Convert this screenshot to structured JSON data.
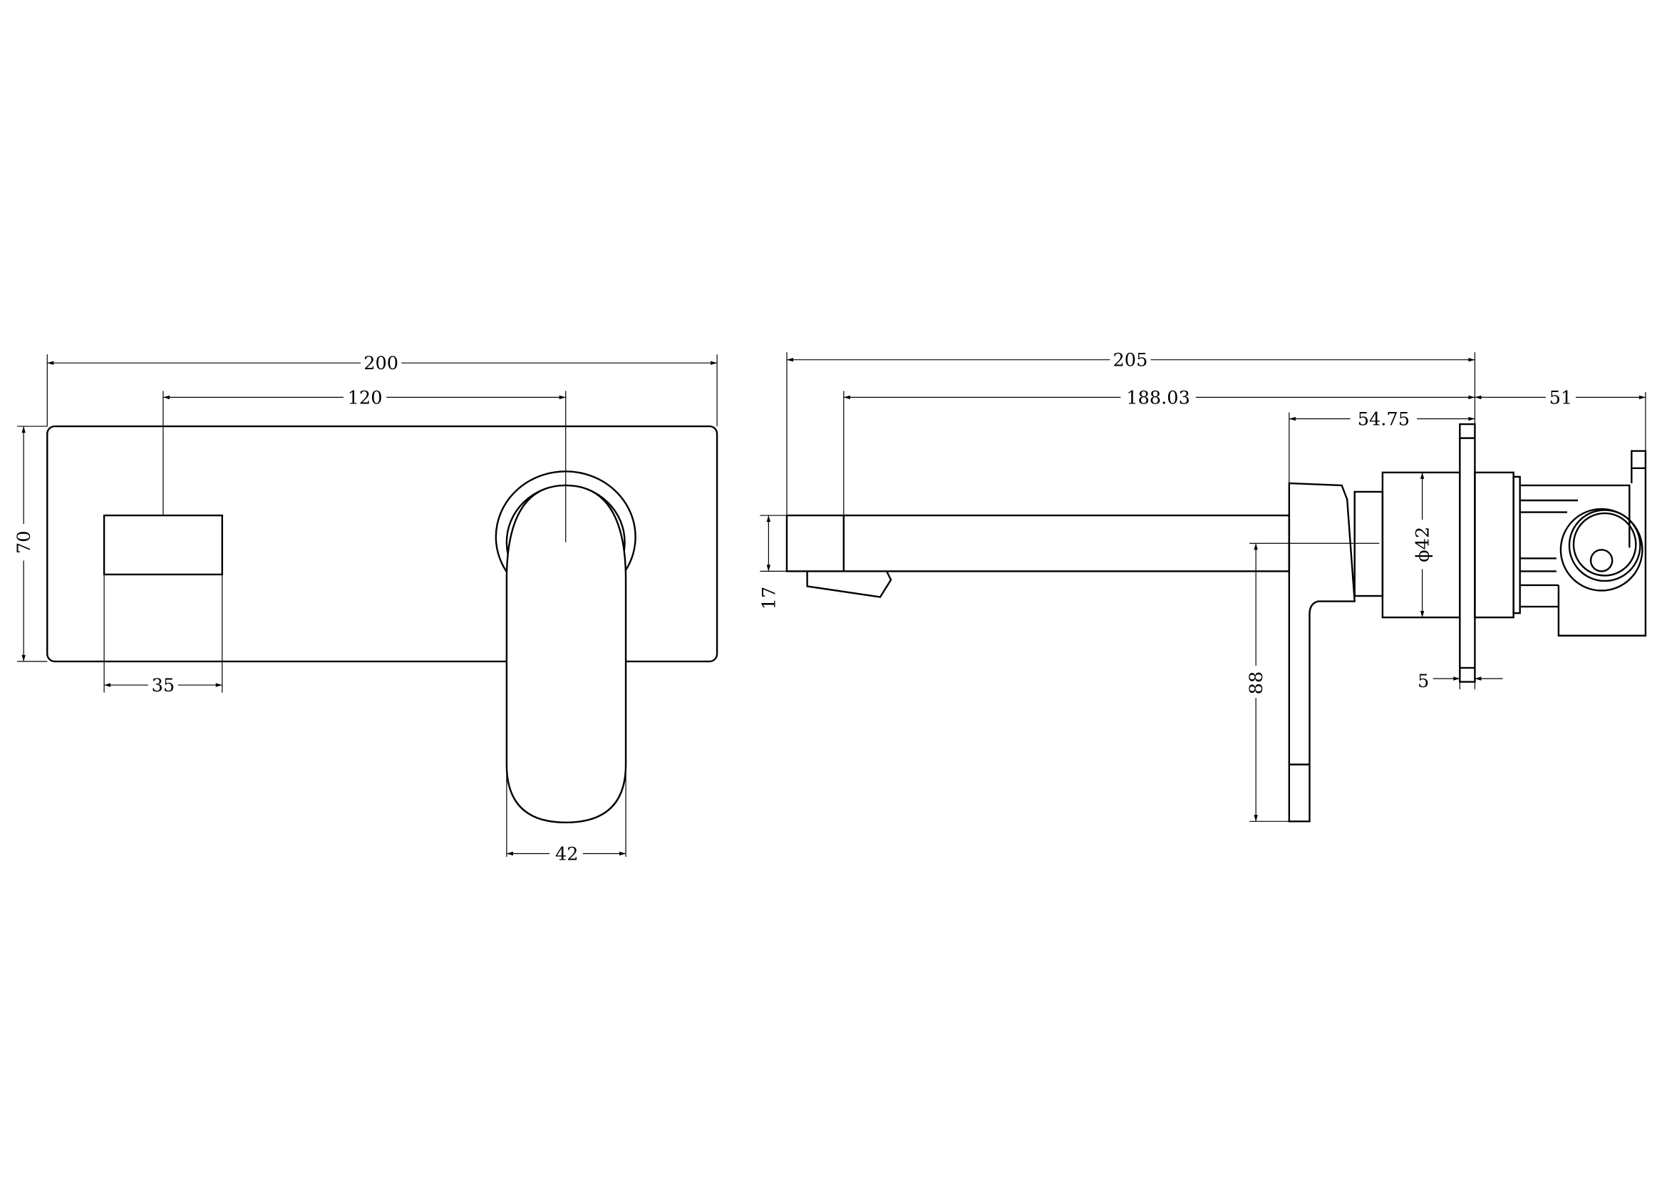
{
  "drawing": {
    "front_view": {
      "dimensions": {
        "overall_width": "200",
        "center_distance": "120",
        "plate_height": "70",
        "spout_width": "35",
        "lever_width": "42"
      }
    },
    "side_view": {
      "dimensions": {
        "overall_projection": "205",
        "spout_projection": "188.03",
        "body_depth": "54.75",
        "rough_in_depth": "51",
        "spout_height": "17",
        "lever_length": "88",
        "body_diameter": "ϕ42",
        "plate_thickness": "5"
      }
    },
    "colors": {
      "line": "#000000",
      "background": "#ffffff"
    }
  }
}
